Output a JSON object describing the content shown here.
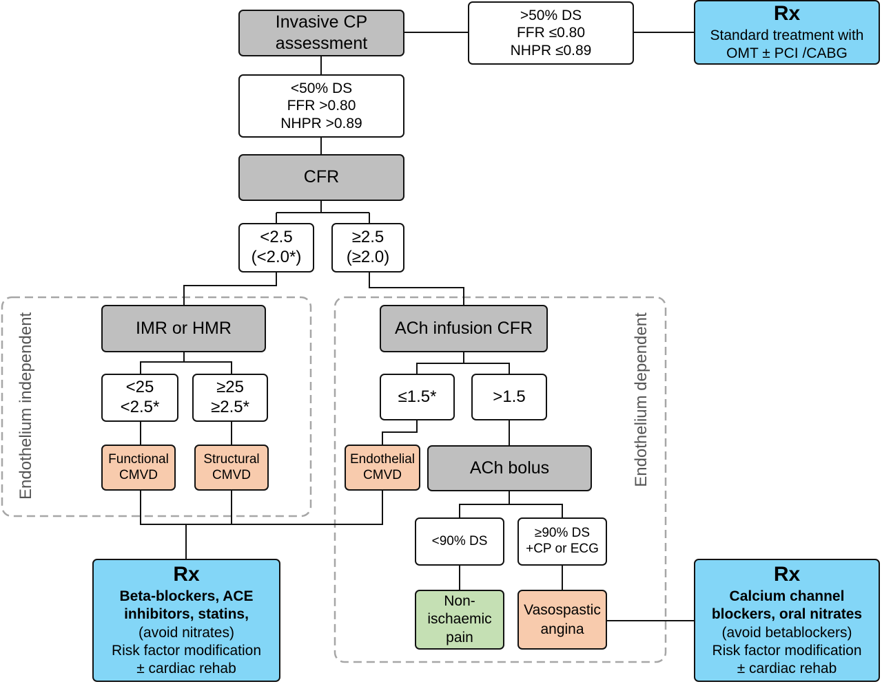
{
  "diagram": {
    "invasive_cp": [
      "Invasive CP",
      "assessment"
    ],
    "ds_high_criteria": [
      ">50% DS",
      "FFR ≤0.80",
      "NHPR ≤0.89"
    ],
    "rx_top": {
      "heading": "Rx",
      "lines": [
        "Standard treatment with",
        "OMT ± PCI /CABG"
      ]
    },
    "ds_low_criteria": [
      "<50% DS",
      "FFR >0.80",
      "NHPR >0.89"
    ],
    "cfr": "CFR",
    "cfr_low": [
      "<2.5",
      "(<2.0*)"
    ],
    "cfr_high": [
      "≥2.5",
      "(≥2.0)"
    ],
    "group_left_label": "Endothelium independent",
    "group_right_label": "Endothelium dependent",
    "imr_hmr": "IMR or HMR",
    "imr_low": [
      "<25",
      "<2.5*"
    ],
    "imr_high": [
      "≥25",
      "≥2.5*"
    ],
    "functional_cmvd": [
      "Functional",
      "CMVD"
    ],
    "structural_cmvd": [
      "Structural",
      "CMVD"
    ],
    "ach_infusion_cfr": "ACh infusion CFR",
    "ach_low": "≤1.5*",
    "ach_high": ">1.5",
    "endothelial_cmvd": [
      "Endothelial",
      "CMVD"
    ],
    "ach_bolus": "ACh bolus",
    "bolus_low": "<90% DS",
    "bolus_high": [
      "≥90% DS",
      "+CP or ECG"
    ],
    "non_ischaemic": [
      "Non-",
      "ischaemic",
      "pain"
    ],
    "vasospastic": [
      "Vasospastic",
      "angina"
    ],
    "rx_left": {
      "heading": "Rx",
      "bold_lines": [
        "Beta-blockers, ACE",
        "inhibitors, statins,"
      ],
      "lines": [
        "(avoid nitrates)",
        "Risk factor modification",
        "± cardiac rehab"
      ]
    },
    "rx_right": {
      "heading": "Rx",
      "bold_lines": [
        "Calcium channel",
        "blockers, oral nitrates"
      ],
      "lines": [
        "(avoid betablockers)",
        "Risk factor modification",
        "± cardiac rehab"
      ]
    },
    "colors": {
      "grey_box": "#bfbfbf",
      "orange_box": "#f8cbad",
      "green_box": "#c5e0b4",
      "rx_box": "#83d6f7",
      "dashed_group": "#a6a6a6"
    }
  }
}
